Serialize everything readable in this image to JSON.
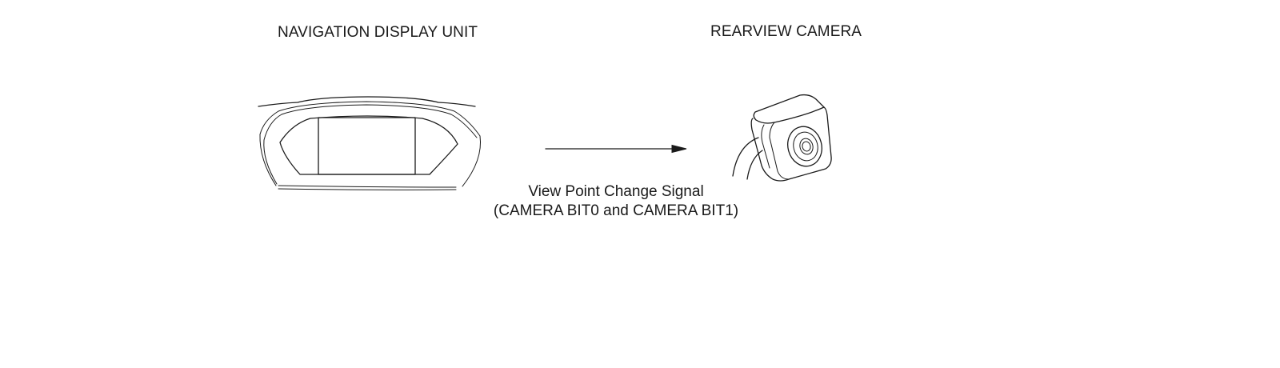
{
  "diagram": {
    "nodes": {
      "navigation_display_unit": {
        "label": "NAVIGATION DISPLAY UNIT"
      },
      "rearview_camera": {
        "label": "REARVIEW CAMERA"
      }
    },
    "connection": {
      "from": "navigation_display_unit",
      "to": "rearview_camera",
      "label_line1": "View Point Change Signal",
      "label_line2": "(CAMERA BIT0 and CAMERA BIT1)"
    }
  },
  "colors": {
    "line": "#1a1a1a",
    "background": "#ffffff"
  }
}
